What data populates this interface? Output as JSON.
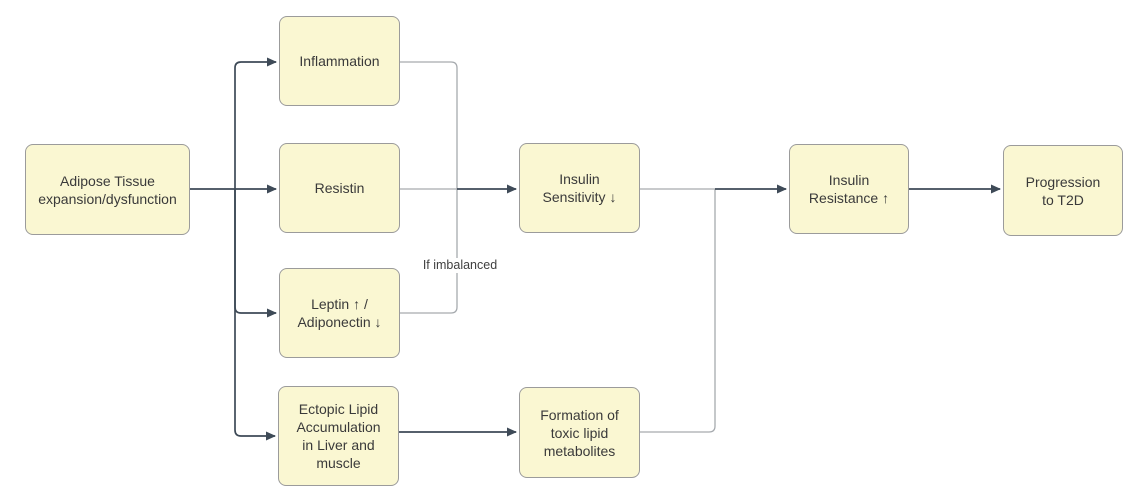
{
  "diagram": {
    "type": "flowchart",
    "colors": {
      "canvas_bg": "#ffffff",
      "node_fill": "#FAF7D2",
      "node_border": "#9B9B9B",
      "node_text": "#3A3A3A",
      "connector_dark": "#3E4A57",
      "connector_light": "#A6AAAE"
    },
    "nodes": {
      "adipose": {
        "label": "Adipose Tissue\nexpansion/dysfunction"
      },
      "inflammation": {
        "label": "Inflammation"
      },
      "resistin": {
        "label": "Resistin"
      },
      "leptin": {
        "label": "Leptin ↑ /\nAdiponectin ↓"
      },
      "ectopic": {
        "label": "Ectopic Lipid\nAccumulation\nin Liver and\nmuscle"
      },
      "sensitivity": {
        "label": "Insulin\nSensitivity ↓"
      },
      "formation": {
        "label": "Formation of\ntoxic lipid\nmetabolites"
      },
      "resistance": {
        "label": "Insulin\nResistance ↑"
      },
      "progression": {
        "label": "Progression\nto T2D"
      }
    },
    "edges": [
      {
        "from": "adipose",
        "to": "inflammation",
        "label": ""
      },
      {
        "from": "adipose",
        "to": "resistin",
        "label": ""
      },
      {
        "from": "adipose",
        "to": "leptin",
        "label": ""
      },
      {
        "from": "adipose",
        "to": "ectopic",
        "label": ""
      },
      {
        "from": "inflammation",
        "to": "sensitivity",
        "label": ""
      },
      {
        "from": "resistin",
        "to": "sensitivity",
        "label": ""
      },
      {
        "from": "leptin",
        "to": "sensitivity",
        "label": "If imbalanced"
      },
      {
        "from": "ectopic",
        "to": "formation",
        "label": ""
      },
      {
        "from": "sensitivity",
        "to": "resistance",
        "label": ""
      },
      {
        "from": "formation",
        "to": "resistance",
        "label": ""
      },
      {
        "from": "resistance",
        "to": "progression",
        "label": ""
      }
    ]
  }
}
